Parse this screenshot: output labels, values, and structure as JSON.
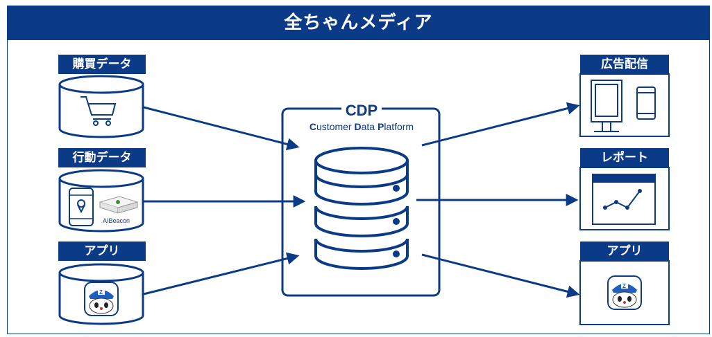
{
  "header": {
    "title": "全ちゃんメディア"
  },
  "sources": [
    {
      "label": "購買データ",
      "icon": "shopping-cart-icon"
    },
    {
      "label": "行動データ",
      "icon": "smartphone-beacon-icon",
      "brand": "AIBeacon"
    },
    {
      "label": "アプリ",
      "icon": "mascot-app-icon"
    }
  ],
  "cdp": {
    "title": "CDP",
    "subtitle_parts": [
      {
        "t": "C",
        "b": true
      },
      {
        "t": "ustomer ",
        "b": false
      },
      {
        "t": "D",
        "b": true
      },
      {
        "t": "ata ",
        "b": false
      },
      {
        "t": "P",
        "b": true
      },
      {
        "t": "latform",
        "b": false
      }
    ]
  },
  "outputs": [
    {
      "label": "広告配信",
      "icon": "signage-and-phone-icon"
    },
    {
      "label": "レポート",
      "icon": "line-chart-icon"
    },
    {
      "label": "アプリ",
      "icon": "mascot-app-icon"
    }
  ],
  "colors": {
    "primary": "#0b3a86",
    "background": "#ffffff"
  }
}
